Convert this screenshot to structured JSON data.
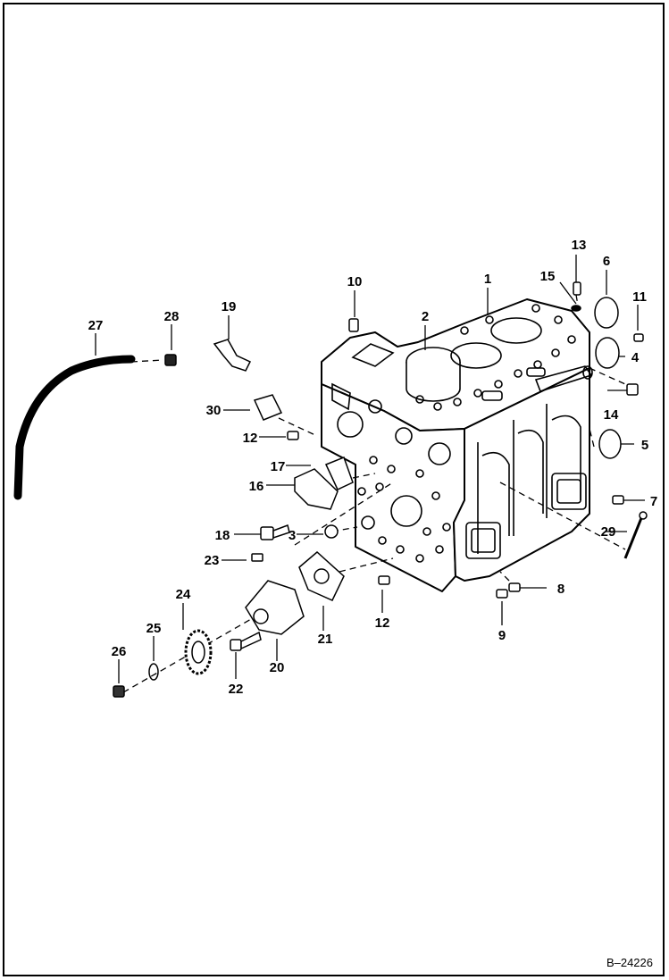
{
  "figure": {
    "id_label": "B–24226"
  },
  "callouts": {
    "c1": "1",
    "c2": "2",
    "c3": "3",
    "c4": "4",
    "c5": "5",
    "c6": "6",
    "c7": "7",
    "c8": "8",
    "c9": "9",
    "c10": "10",
    "c11": "11",
    "c12a": "12",
    "c12b": "12",
    "c13": "13",
    "c14": "14",
    "c15": "15",
    "c16": "16",
    "c17": "17",
    "c18": "18",
    "c19": "19",
    "c20": "20",
    "c21": "21",
    "c22": "22",
    "c23": "23",
    "c24": "24",
    "c25": "25",
    "c26": "26",
    "c27": "27",
    "c28": "28",
    "c29": "29",
    "c30": "30"
  },
  "colors": {
    "ink": "#000000",
    "paper": "#ffffff"
  }
}
